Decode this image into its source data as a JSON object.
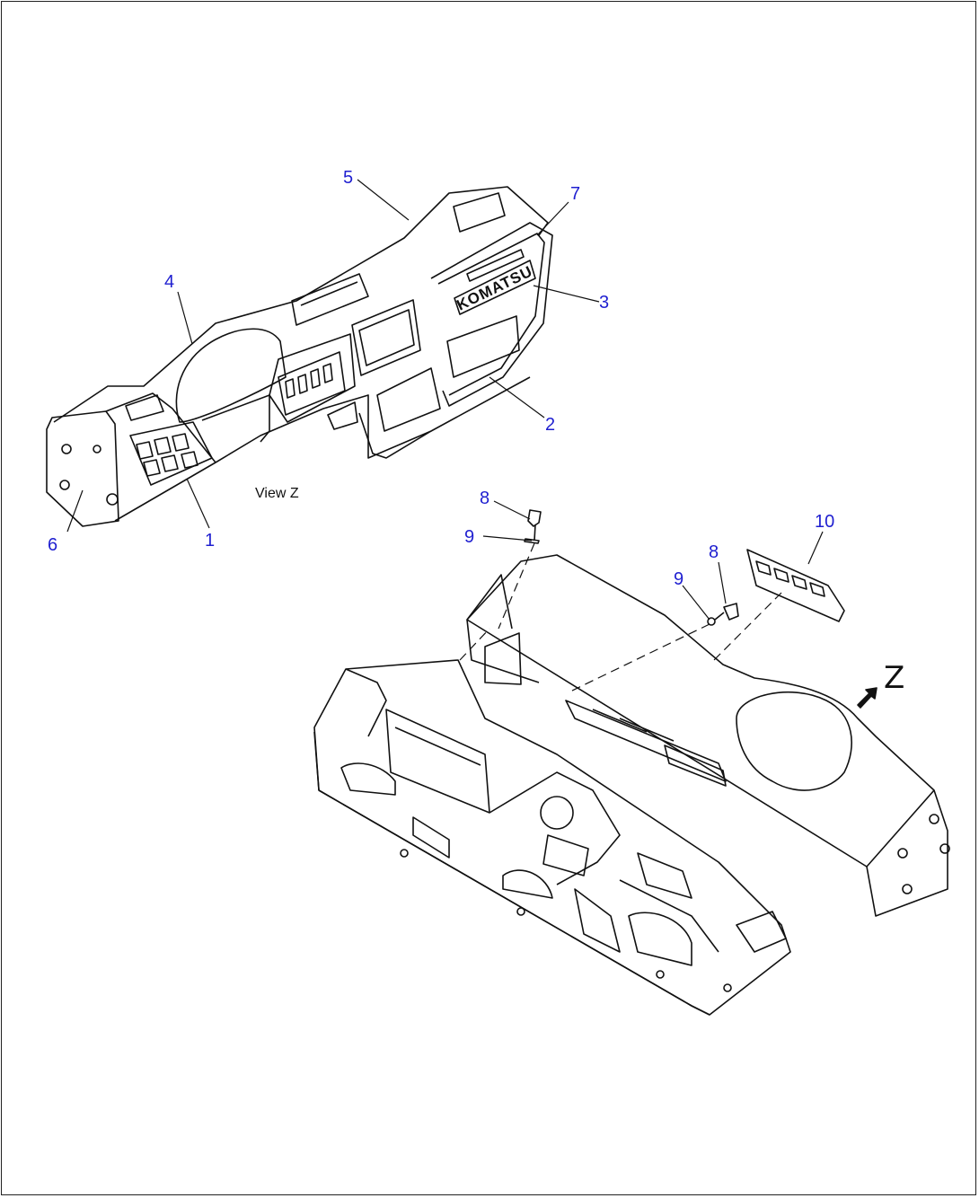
{
  "diagram": {
    "view_label": "View Z",
    "direction_label": "Z",
    "brand_on_panel": "KOMATSU",
    "callouts": {
      "c1": "1",
      "c2": "2",
      "c3": "3",
      "c4": "4",
      "c5": "5",
      "c6": "6",
      "c7": "7",
      "c8a": "8",
      "c8b": "8",
      "c9a": "9",
      "c9b": "9",
      "c10": "10"
    },
    "colors": {
      "callout": "#1f1fd0",
      "line": "#111111"
    }
  }
}
